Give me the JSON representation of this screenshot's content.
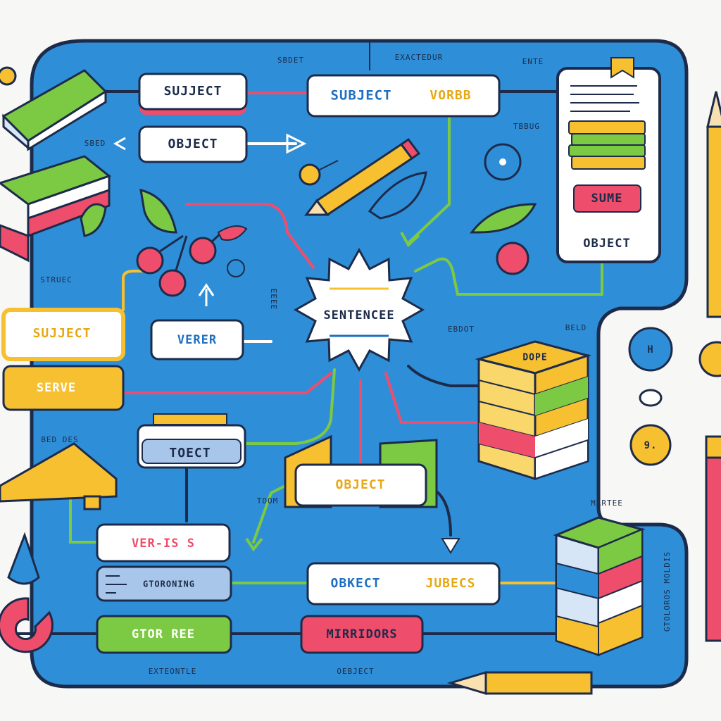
{
  "nodes": {
    "subject_top": "SUJJECT",
    "object_left": "OBJECT",
    "subject_verb_a": "SUBJECT",
    "subject_verb_b": "VORBB",
    "sume": "SUME",
    "object_right": "OBJECT",
    "sentence": "SENTENCEE",
    "subject_left": "SUJJECT",
    "verer": "VERER",
    "serve": "SERVE",
    "toect": "TOECT",
    "object_center": "OBJECT",
    "dope": "DOPE",
    "ver_is": "VER-IS S",
    "gtoroning": "GTORONING",
    "obkect": "OBKECT",
    "jubecs": "JUBECS",
    "gtor_ree": "GTOR REE",
    "mirridors": "MIRRIDORS",
    "circle_h": "H",
    "circle_9": "9."
  },
  "small_labels": {
    "sbdet": "SBDET",
    "exactedur": "EXACTEDUR",
    "ente": "ENTE",
    "sbed": "SBED",
    "tbbug": "TBBUG",
    "struec": "STRUEC",
    "eeee": "EEEE",
    "ebdot": "EBDOT",
    "beld": "BELD",
    "bed_des": "BED DES",
    "toom": "TOOM",
    "martee": "MARTEE",
    "vertical": "GTOLOROS MOLDIS",
    "bottom_a": "EXTEONTLE",
    "bottom_b": "OEBJECT"
  },
  "colors": {
    "board": "#2e8fd8",
    "outline": "#1d2b4a",
    "pink": "#ee4d6c",
    "yellow": "#f7c031",
    "green": "#7cc943",
    "blue_text": "#1e6fc2"
  }
}
